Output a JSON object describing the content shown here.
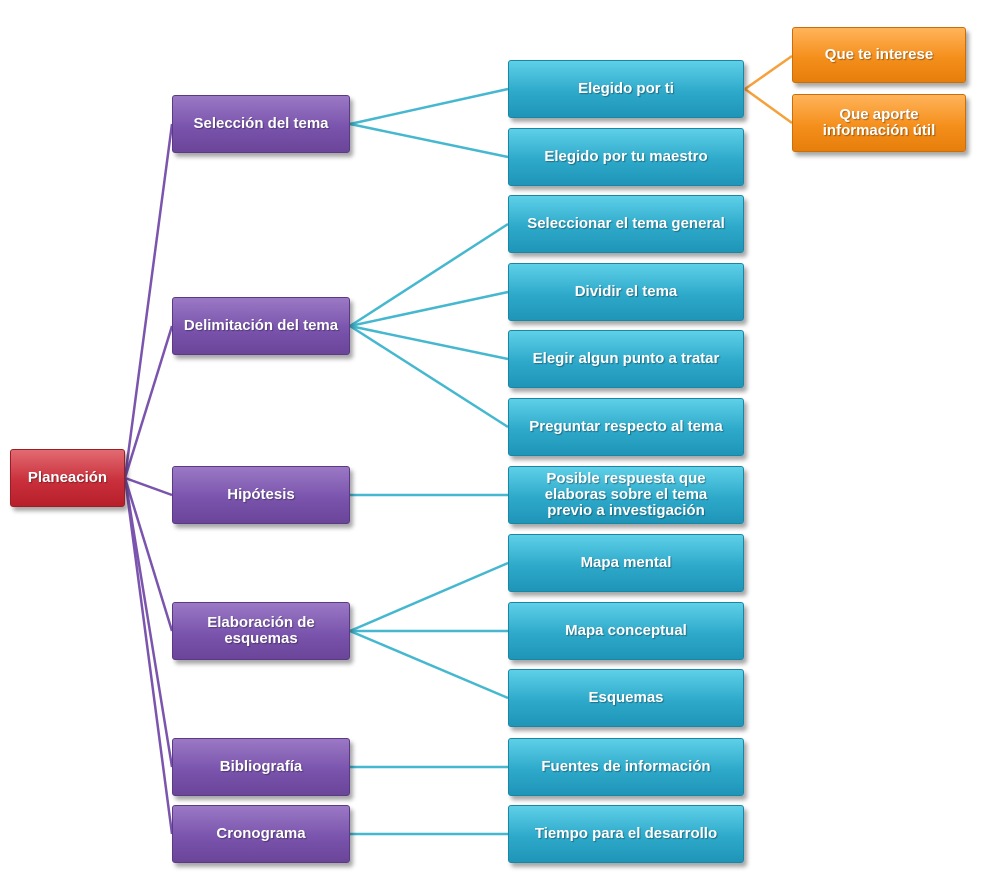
{
  "colors": {
    "root": "#c9303b",
    "category": "#7a54ad",
    "detail": "#2ea9ca",
    "subdetail": "#f58f1c",
    "root_connector": "#7a54ad",
    "detail_connector": "#45b8cf",
    "subdetail_connector": "#f5a13c"
  },
  "root": {
    "label": "Planeación"
  },
  "categories": [
    {
      "label": "Selección del tema"
    },
    {
      "label": "Delimitación del tema"
    },
    {
      "label": "Hipótesis"
    },
    {
      "label": "Elaboración de\nesquemas"
    },
    {
      "label": "Bibliografía"
    },
    {
      "label": "Cronograma"
    }
  ],
  "details": [
    {
      "label": "Elegido por ti"
    },
    {
      "label": "Elegido por tu maestro"
    },
    {
      "label": "Seleccionar el tema general"
    },
    {
      "label": "Dividir el tema"
    },
    {
      "label": "Elegir algun punto a tratar"
    },
    {
      "label": "Preguntar respecto al tema"
    },
    {
      "label": "Posible respuesta que\nelaboras sobre el tema\nprevio a investigación"
    },
    {
      "label": "Mapa mental"
    },
    {
      "label": "Mapa conceptual"
    },
    {
      "label": "Esquemas"
    },
    {
      "label": "Fuentes de información"
    },
    {
      "label": "Tiempo para el desarrollo"
    }
  ],
  "subdetails": [
    {
      "label": "Que te interese"
    },
    {
      "label": "Que aporte\ninformación útil"
    }
  ]
}
